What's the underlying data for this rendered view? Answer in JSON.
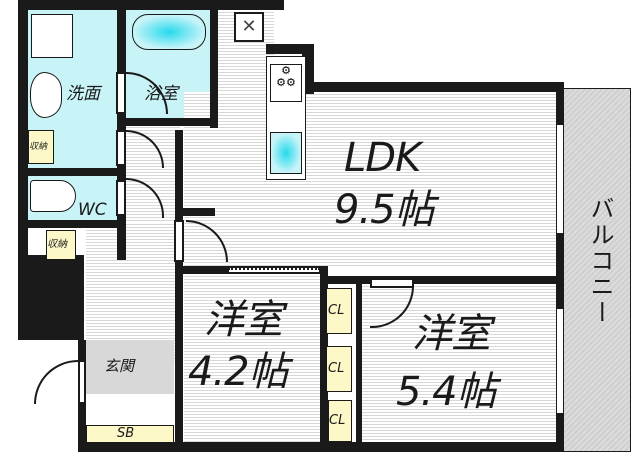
{
  "floorplan": {
    "rooms": {
      "ldk": {
        "name": "LDK",
        "size": "9.5帖"
      },
      "western_room_1": {
        "name": "洋室",
        "size": "4.2帖"
      },
      "western_room_2": {
        "name": "洋室",
        "size": "5.4帖"
      },
      "washroom": {
        "name": "洗面"
      },
      "bathroom": {
        "name": "浴室"
      },
      "toilet": {
        "name": "WC"
      },
      "storage_1": {
        "name": "収納"
      },
      "storage_2": {
        "name": "収納"
      },
      "entrance": {
        "name": "玄関"
      },
      "shoe_box": {
        "name": "SB"
      },
      "closet_1": {
        "name": "CL"
      },
      "closet_2": {
        "name": "CL"
      },
      "closet_3": {
        "name": "CL"
      },
      "balcony": {
        "name": "バルコニー"
      }
    },
    "colors": {
      "wall": "#1a1a1a",
      "wet_area": "#c8f4f8",
      "storage": "#fcf8c8",
      "entrance": "#d8d8d8",
      "balcony": "#d4d4d4"
    }
  }
}
